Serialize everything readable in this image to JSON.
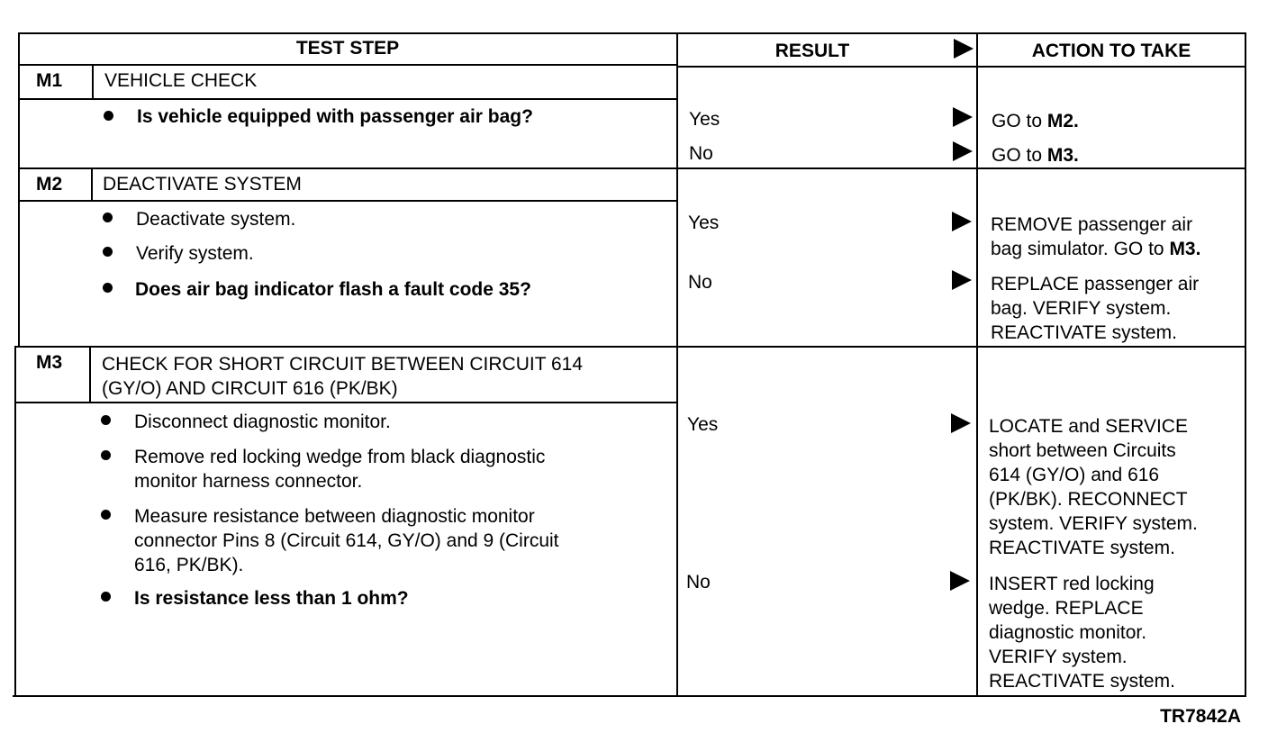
{
  "table": {
    "headers": {
      "test_step": "TEST STEP",
      "result": "RESULT",
      "action": "ACTION TO TAKE"
    },
    "steps": [
      {
        "id": "M1",
        "title": "VEHICLE CHECK",
        "bullets": [
          {
            "text": "Is vehicle equipped with passenger air bag?",
            "bold": true
          }
        ],
        "results": [
          {
            "result": "Yes",
            "action_pre": "GO to ",
            "action_ref": "M2",
            "action_post": "."
          },
          {
            "result": "No",
            "action_pre": "GO to ",
            "action_ref": "M3",
            "action_post": "."
          }
        ]
      },
      {
        "id": "M2",
        "title": "DEACTIVATE SYSTEM",
        "bullets": [
          {
            "text": "Deactivate system.",
            "bold": false
          },
          {
            "text": "Verify system.",
            "bold": false
          },
          {
            "text": "Does air bag indicator flash a fault code 35?",
            "bold": true
          }
        ],
        "results": [
          {
            "result": "Yes",
            "action_lines": [
              "REMOVE passenger air",
              "bag simulator. GO to "
            ],
            "action_ref": "M3",
            "action_post": "."
          },
          {
            "result": "No",
            "action_lines": [
              "REPLACE passenger air",
              "bag. VERIFY system.",
              "REACTIVATE system."
            ]
          }
        ]
      },
      {
        "id": "M3",
        "title_lines": [
          "CHECK FOR SHORT CIRCUIT BETWEEN CIRCUIT 614",
          "(GY/O) AND CIRCUIT 616 (PK/BK)"
        ],
        "bullets": [
          {
            "lines": [
              "Disconnect diagnostic monitor."
            ],
            "bold": false
          },
          {
            "lines": [
              "Remove red locking wedge from black diagnostic",
              "monitor harness connector."
            ],
            "bold": false
          },
          {
            "lines": [
              "Measure resistance between diagnostic monitor",
              "connector Pins 8 (Circuit 614, GY/O) and 9 (Circuit",
              "616, PK/BK)."
            ],
            "bold": false
          },
          {
            "lines": [
              "Is resistance less than 1 ohm?"
            ],
            "bold": true
          }
        ],
        "results": [
          {
            "result": "Yes",
            "action_lines": [
              "LOCATE and SERVICE",
              "short between Circuits",
              "614 (GY/O) and 616",
              "(PK/BK). RECONNECT",
              "system. VERIFY system.",
              "REACTIVATE system."
            ]
          },
          {
            "result": "No",
            "action_lines": [
              "INSERT red locking",
              "wedge. REPLACE",
              "diagnostic monitor.",
              "VERIFY system.",
              "REACTIVATE system."
            ]
          }
        ]
      }
    ]
  },
  "figure_code": "TR7842A"
}
